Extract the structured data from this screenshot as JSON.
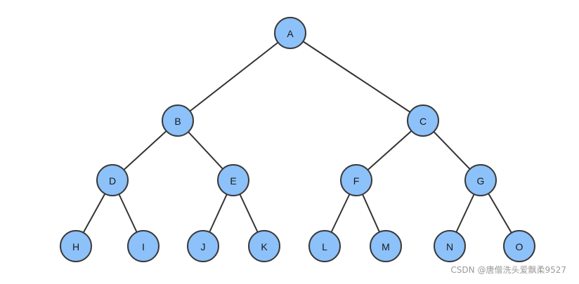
{
  "diagram": {
    "type": "binary-tree",
    "nodes": [
      "A",
      "B",
      "C",
      "D",
      "E",
      "F",
      "G",
      "H",
      "I",
      "J",
      "K",
      "L",
      "M",
      "N",
      "O"
    ],
    "edges": [
      [
        "A",
        "B"
      ],
      [
        "A",
        "C"
      ],
      [
        "B",
        "D"
      ],
      [
        "B",
        "E"
      ],
      [
        "C",
        "F"
      ],
      [
        "C",
        "G"
      ],
      [
        "D",
        "H"
      ],
      [
        "D",
        "I"
      ],
      [
        "E",
        "J"
      ],
      [
        "E",
        "K"
      ],
      [
        "F",
        "L"
      ],
      [
        "F",
        "M"
      ],
      [
        "G",
        "N"
      ],
      [
        "G",
        "O"
      ]
    ],
    "colors": {
      "node_fill": "#8dc1fa",
      "node_stroke": "#3a3a3a",
      "edge": "#333333"
    }
  },
  "watermark": {
    "text": "CSDN @唐僧洗头爱飘柔9527"
  }
}
